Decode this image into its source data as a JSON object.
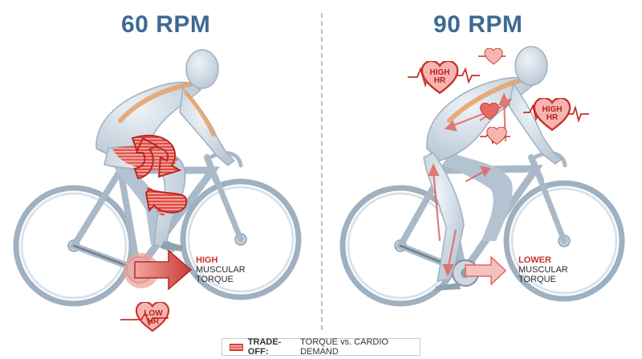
{
  "left_panel": {
    "title": "60 RPM",
    "torque_label": {
      "emphasis": "HIGH",
      "line1": "MUSCULAR",
      "line2": "TORQUE"
    },
    "hr_label": {
      "emphasis": "LOW",
      "line2": "HR"
    }
  },
  "right_panel": {
    "title": "90 RPM",
    "torque_label": {
      "emphasis": "LOWER",
      "line1": "MUSCULAR",
      "line2": "TORQUE"
    },
    "hr_label_left": {
      "line1": "HIGH",
      "line2": "HR"
    },
    "hr_label_right": {
      "line1": "HIGH",
      "line2": "HR"
    }
  },
  "legend": {
    "lead": "TRADE-OFF:",
    "text": "TORQUE vs. CARDIO DEMAND"
  },
  "colors": {
    "title": "#3d6a93",
    "accent_red": "#c8312c",
    "heart_fill": "#f2a6a0",
    "muscle_orange": "#e8a066",
    "bike_frame": "#cdd8e2",
    "figure_fill": "#d9e2ea"
  }
}
